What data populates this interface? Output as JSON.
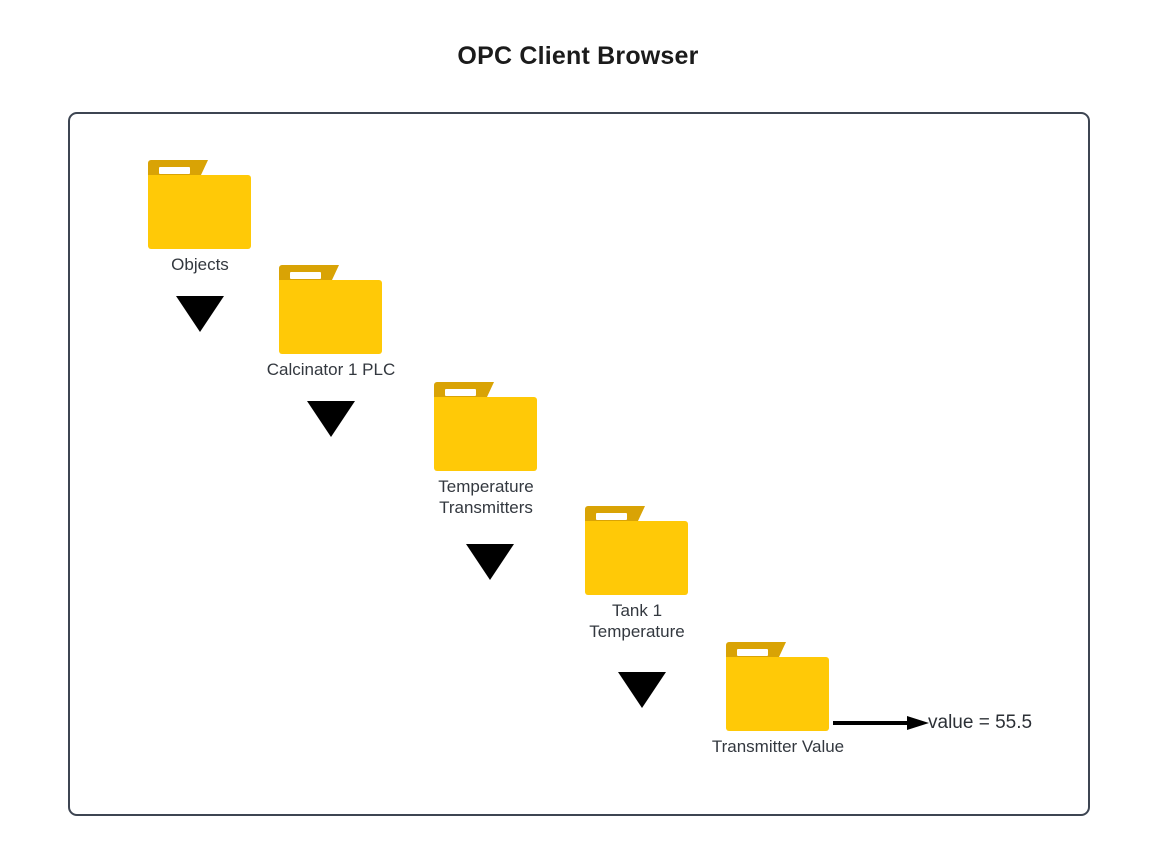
{
  "page": {
    "title": "OPC Client Browser",
    "background": "#ffffff"
  },
  "frame": {
    "border_color": "#3d4552"
  },
  "palette": {
    "folder_body": "#ffc907",
    "folder_tab": "#d9a305",
    "folder_tab_bar": "#ffffff",
    "arrow": "#000000",
    "label_text": "#33383f",
    "title_text": "#1b1b1b"
  },
  "tree": {
    "nodes": [
      {
        "label": "Objects",
        "icon": "folder-icon"
      },
      {
        "label": "Calcinator 1 PLC",
        "icon": "folder-icon"
      },
      {
        "label": "Temperature\nTransmitters",
        "icon": "folder-icon"
      },
      {
        "label": "Tank 1\nTemperature",
        "icon": "folder-icon"
      },
      {
        "label": "Transmitter Value",
        "icon": "folder-icon"
      }
    ],
    "connectors": [
      {
        "type": "down-arrow-icon"
      },
      {
        "type": "down-arrow-icon"
      },
      {
        "type": "down-arrow-icon"
      },
      {
        "type": "down-arrow-icon"
      }
    ]
  },
  "value_readout": {
    "text": "value = 55.5",
    "connector": "right-arrow-icon"
  }
}
